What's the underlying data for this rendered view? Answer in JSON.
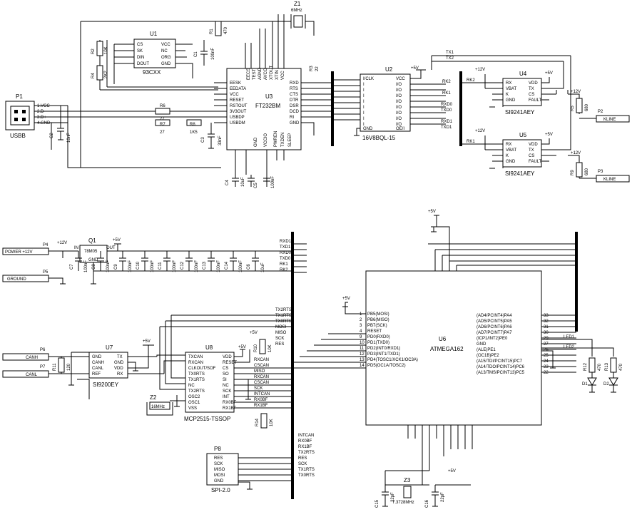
{
  "top": {
    "z1_ref": "Z1",
    "z1_val": "6MHz",
    "r1": "R1",
    "r1_val": "470",
    "u1_ref": "U1",
    "u1_name": "93CXX",
    "u1_left": [
      "CS",
      "SK",
      "DIN",
      "DOUT"
    ],
    "u1_right": [
      "VCC",
      "NC",
      "ORG",
      "GND"
    ],
    "r2": "R2",
    "r2_val": "10K",
    "r4": "R4",
    "r4_val": "2K2",
    "c1": "C1",
    "c1_val": "100nF",
    "u3_ref": "U3",
    "u3_name": "FT232BM",
    "u3_left": [
      "EESK",
      "EEDATA",
      "VCC",
      "RESET",
      "RSTOUT",
      "3V3OUT",
      "USBDP",
      "USBDM"
    ],
    "u3_right": [
      "RXD",
      "RTS",
      "CTS",
      "DTR",
      "DSR",
      "DCD",
      "RI",
      "GND"
    ],
    "u3_top": [
      "EECS",
      "TEST",
      "AGND",
      "AVCC",
      "XTOUT",
      "XTIN",
      "VCC"
    ],
    "u3_bottom": [
      "GND",
      "VCCIO",
      "PWREN",
      "TXDEN",
      "SLEEP"
    ],
    "p1_ref": "P1",
    "p1_name": "USBB",
    "p1_pins": [
      "1.VCC",
      "2.D-",
      "3.D+",
      "4.GND"
    ],
    "r6": "R6",
    "r6_val": "27",
    "r7": "R7",
    "r7_val": "27",
    "r8": "R8",
    "r8_val": "1K5",
    "c2": "C2",
    "c2_val": "10nF",
    "c3": "C3",
    "c3_val": "33nF",
    "c4": "C4",
    "c4_val": "10uF",
    "c5": "C5",
    "c5_val": "100nF",
    "c6": "C6",
    "c6_val": "100nF",
    "r3": "R3",
    "r3_val": "22",
    "u2_ref": "U2",
    "u2_name": "16V8BQL-15",
    "u2_left": [
      "I/CLK",
      "I",
      "I",
      "I",
      "I",
      "I",
      "I",
      "I",
      "I",
      "GND"
    ],
    "u2_right": [
      "VCC",
      "I/O",
      "I/O",
      "I/O",
      "I/O",
      "I/O",
      "I/O",
      "I/O",
      "I/O",
      "OE/I"
    ],
    "u2_power": "+5V",
    "u4_ref": "U4",
    "u4_name": "SI9241AEY",
    "u5_ref": "U5",
    "u5_name": "SI9241AEY",
    "si_left": [
      "RX",
      "VBAT",
      "K",
      "GND"
    ],
    "si_right": [
      "VDD",
      "TX",
      "CS",
      "FAULT"
    ],
    "r5": "R5",
    "r5_val": "680",
    "r9": "R9",
    "r9_val": "680",
    "p2_ref": "P2",
    "p2_name": "KLINE",
    "p3_ref": "P3",
    "p3_name": "KLINE",
    "plus12": "+12V",
    "plus5": "+5V",
    "sig_tx1": "TX1",
    "sig_tx2": "TX2",
    "sig_rk1": "RK1",
    "sig_rk2": "RK2",
    "sig_rxd0": "RXD0",
    "sig_txd0": "TXD0",
    "sig_rxd1": "RXD1",
    "sig_txd1": "TXD1"
  },
  "bottom": {
    "p4_ref": "P4",
    "p4_name": "POWER +12V",
    "p5_ref": "P5",
    "p5_name": "GROUND",
    "q1_ref": "Q1",
    "q1_name": "78M05",
    "q1_in": "IN",
    "q1_out": "OUT",
    "q1_gnd": "GND",
    "caps": [
      {
        "ref": "C7",
        "val": "100nF"
      },
      {
        "ref": "C8",
        "val": "100nF"
      },
      {
        "ref": "C9",
        "val": "100nF"
      },
      {
        "ref": "C10",
        "val": "100nF"
      },
      {
        "ref": "C11",
        "val": "100nF"
      },
      {
        "ref": "C12",
        "val": "100nF"
      },
      {
        "ref": "C13",
        "val": "100nF"
      },
      {
        "ref": "C14",
        "val": "100nF"
      },
      {
        "ref": "C6",
        "val": "10uF"
      }
    ],
    "p6_ref": "P6",
    "p6_name": "CANH",
    "p7_ref": "P7",
    "p7_name": "CANL",
    "r11": "R11",
    "r11_val": "120",
    "u7_ref": "U7",
    "u7_name": "SI9200EY",
    "u7_left": [
      "GND",
      "CANH",
      "CANL",
      "REF"
    ],
    "u7_right": [
      "TX",
      "GND",
      "VDD",
      "RX"
    ],
    "u8_ref": "U8",
    "u8_name": "MCP2515-TSSOP",
    "u8_left": [
      "TXCAN",
      "RXCAN",
      "CLKOUT/SOF",
      "TX0RTS",
      "TX1RTS",
      "NC",
      "TX2RTS",
      "OSC2",
      "OSC1",
      "VSS"
    ],
    "u8_right": [
      "VDD",
      "RESET",
      "CS",
      "SO",
      "SI",
      "NC",
      "SCK",
      "INT",
      "RX0BF",
      "RX1BF"
    ],
    "r10": "R10",
    "r10_val": "10K",
    "r14": "R14",
    "r14_val": "10K",
    "z2_ref": "Z2",
    "z2_val": "16MHz",
    "p8_ref": "P8",
    "p8_name": "SPI-2.0",
    "p8_pins": [
      "RES",
      "SCK",
      "MISO",
      "MOSI",
      "GND"
    ],
    "u6_ref": "U6",
    "u6_name": "ATMEGA162",
    "u6_left": [
      "PB5(MOSI)",
      "PB6(MISO)",
      "PB7(SCK)",
      "RESET",
      "PD0(RXD0)",
      "PD1(TXD0)",
      "PD2(INT0/RXD1)",
      "PD3(INT1/TXD1)",
      "PD4(TOSC1/XCK1/OC3A)",
      "PD5(OC1A/TOSC2)"
    ],
    "u6_right": [
      "(AD4/PCINT4)PA4",
      "(AD5/PCINT5)PA5",
      "(AD6/PCINT6)PA6",
      "(AD7/PCINT7)PA7",
      "(ICP1/INT2)PE0",
      "GND",
      "(ALE)PE1",
      "(OC1B)PE2",
      "(A15/TDI/PCINT15)PC7",
      "(A14/TDO/PCINT14)PC6",
      "(A13/TMS/PCINT13)PC5"
    ],
    "u6_right_nums": [
      "33",
      "32",
      "31",
      "30",
      "29",
      "27",
      "26",
      "25",
      "24",
      "23",
      "22"
    ],
    "u6_left_nums": [
      "1",
      "2",
      "3",
      "4",
      "9",
      "10",
      "11",
      "12",
      "13",
      "14"
    ],
    "r12": "R12",
    "r12_val": "470",
    "r13": "R13",
    "r13_val": "470",
    "d1": "D1",
    "d2": "D2",
    "led1": "LED1",
    "led2": "LED2",
    "z3_ref": "Z3",
    "z3_val": "7.3728MHz",
    "c15": "C15",
    "c15_val": "22pF",
    "c16": "C16",
    "c16_val": "22pF",
    "plus12": "+12V",
    "plus5": "+5V",
    "bus_top": [
      "RXD1",
      "TXD1",
      "RXD0",
      "TXD0",
      "RK1",
      "RK2"
    ],
    "bus_mid": [
      "TX2RTS",
      "TX1RTS",
      "TX0RTS",
      "MOSI",
      "MISO",
      "SCK",
      "RES"
    ],
    "bus_low": [
      "INTCAN",
      "RX0BF",
      "RX1BF",
      "TX2RTS",
      "RES",
      "SCK",
      "TX1RTS",
      "TX0RTS"
    ],
    "can_sigs": [
      "RXCAN",
      "CSCAN",
      "MISO",
      "RXCAN",
      "CSCAN",
      "SCK",
      "INTCAN",
      "RX0BF",
      "RX1BF"
    ]
  }
}
